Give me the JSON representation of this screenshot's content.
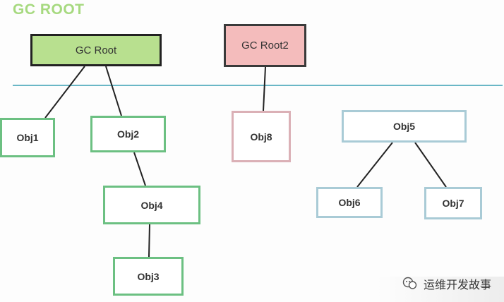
{
  "heading": "GC ROOT",
  "nodes": {
    "gc_root": "GC Root",
    "gc_root2": "GC Root2",
    "obj1": "Obj1",
    "obj2": "Obj2",
    "obj3": "Obj3",
    "obj4": "Obj4",
    "obj5": "Obj5",
    "obj6": "Obj6",
    "obj7": "Obj7",
    "obj8": "Obj8"
  },
  "edges": [
    [
      "gc_root",
      "obj1"
    ],
    [
      "gc_root",
      "obj2"
    ],
    [
      "obj2",
      "obj4"
    ],
    [
      "obj4",
      "obj3"
    ],
    [
      "gc_root2",
      "obj8"
    ],
    [
      "obj5",
      "obj6"
    ],
    [
      "obj5",
      "obj7"
    ]
  ],
  "watermark": "运维开发故事",
  "colors": {
    "heading": "#a6d97f",
    "root_fill": "#b8e08f",
    "root2_fill": "#f4bcbc",
    "reachable_border": "#6cc082",
    "obj8_border": "#dbb0b6",
    "unreachable_border": "#a9cbd6",
    "divider": "#6ab7c6"
  }
}
